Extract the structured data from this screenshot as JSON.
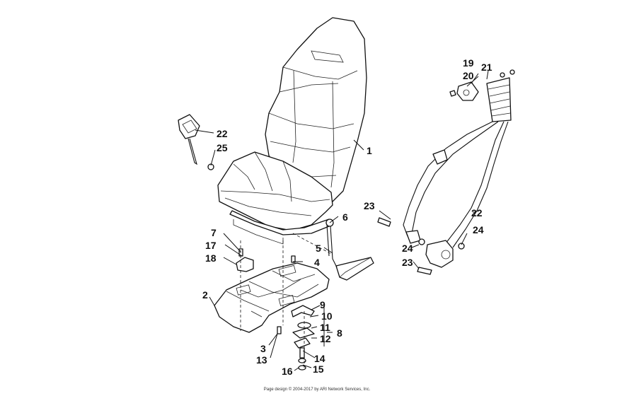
{
  "callouts": [
    {
      "id": "c1",
      "label": "1"
    },
    {
      "id": "c2",
      "label": "2"
    },
    {
      "id": "c3",
      "label": "3"
    },
    {
      "id": "c4",
      "label": "4"
    },
    {
      "id": "c5",
      "label": "5"
    },
    {
      "id": "c6",
      "label": "6"
    },
    {
      "id": "c7",
      "label": "7"
    },
    {
      "id": "c8",
      "label": "8"
    },
    {
      "id": "c9",
      "label": "9"
    },
    {
      "id": "c10",
      "label": "10"
    },
    {
      "id": "c11",
      "label": "11"
    },
    {
      "id": "c12",
      "label": "12"
    },
    {
      "id": "c13",
      "label": "13"
    },
    {
      "id": "c14",
      "label": "14"
    },
    {
      "id": "c15",
      "label": "15"
    },
    {
      "id": "c16",
      "label": "16"
    },
    {
      "id": "c17",
      "label": "17"
    },
    {
      "id": "c18",
      "label": "18"
    },
    {
      "id": "c19",
      "label": "19"
    },
    {
      "id": "c20",
      "label": "20"
    },
    {
      "id": "c21",
      "label": "21"
    },
    {
      "id": "c22a",
      "label": "22"
    },
    {
      "id": "c25",
      "label": "25"
    },
    {
      "id": "c22b",
      "label": "22"
    },
    {
      "id": "c23a",
      "label": "23"
    },
    {
      "id": "c24a",
      "label": "24"
    },
    {
      "id": "c24b",
      "label": "24"
    },
    {
      "id": "c23b",
      "label": "23"
    }
  ],
  "footer": {
    "copyright": "Page design © 2004-2017 by ARI Network Services, Inc."
  }
}
